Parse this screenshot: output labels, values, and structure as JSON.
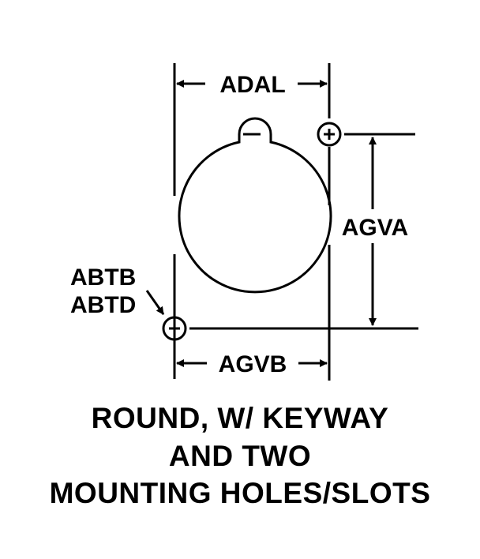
{
  "labels": {
    "top_width": "ADAL",
    "right_height": "AGVA",
    "bottom_width": "AGVB",
    "hole_1": "ABTB",
    "hole_2": "ABTD"
  },
  "caption": {
    "line1": "ROUND, W/ KEYWAY",
    "line2": "AND TWO",
    "line3": "MOUNTING HOLES/SLOTS"
  },
  "colors": {
    "line": "#000000",
    "background": "#ffffff"
  }
}
